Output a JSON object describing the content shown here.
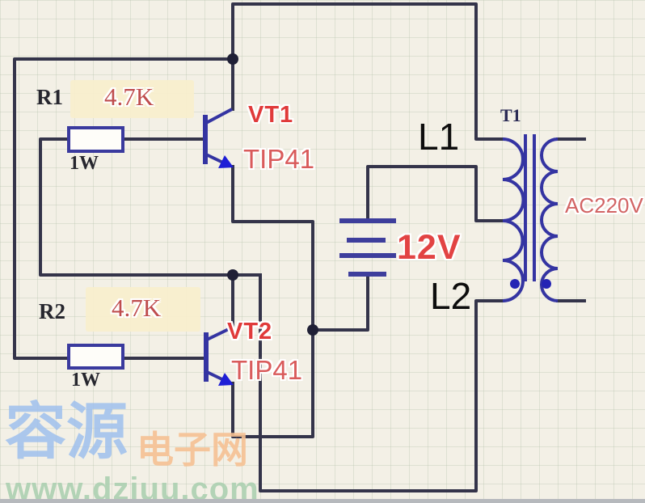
{
  "schematic": {
    "transistors": [
      {
        "ref": "VT1",
        "part": "TIP41"
      },
      {
        "ref": "VT2",
        "part": "TIP41"
      }
    ],
    "resistors": [
      {
        "ref": "R1",
        "value": "4.7K",
        "power": "1W"
      },
      {
        "ref": "R2",
        "value": "4.7K",
        "power": "1W"
      }
    ],
    "battery": {
      "voltage": "12V"
    },
    "transformer": {
      "ref": "T1",
      "winding_top": "L1",
      "winding_bottom": "L2",
      "secondary_voltage": "AC220V"
    }
  },
  "watermark": {
    "site_name_cn": "容源",
    "site_suffix_cn": "电子网",
    "site_url": "www.dziuu.com"
  },
  "colors": {
    "wire_dark": "#34344a",
    "symbol_navy": "#3434a2",
    "arrow_blue": "#1e1ed6",
    "label_red": "#e03a3a",
    "value_red": "#bf4d4d",
    "highlight_cream": "#f8eecd",
    "watermark_blue": "#9fc0ee",
    "watermark_orange": "#f6c193",
    "watermark_green": "#a8cfae"
  }
}
